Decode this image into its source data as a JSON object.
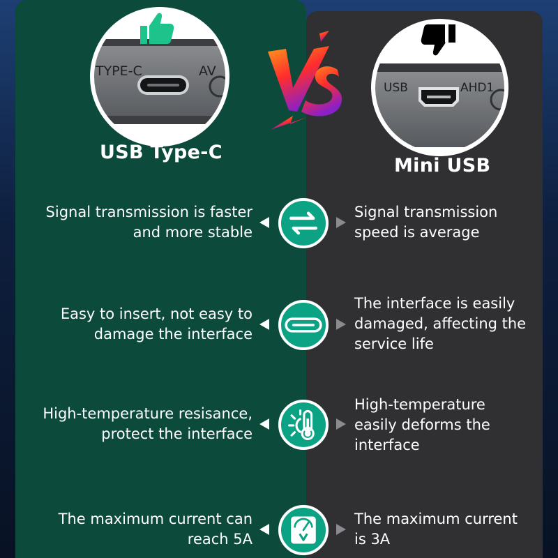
{
  "left": {
    "title": "USB Type-C",
    "photo_labels": [
      "TYPE-C",
      "AV"
    ],
    "thumb_icon": "thumbs-up-icon"
  },
  "right": {
    "title": "Mini USB",
    "photo_labels": [
      "USB",
      "AHD1"
    ],
    "thumb_icon": "thumbs-down-icon"
  },
  "vs_text": "VS",
  "colors": {
    "left_panel": "#0c4a3b",
    "right_panel": "#303033",
    "icon_green": "#0ba384",
    "thumb_green": "#1ec38c"
  },
  "features": [
    {
      "icon": "transfer-arrows-icon",
      "left": "Signal transmission is faster\nand more stable",
      "right": "Signal transmission\nspeed is average"
    },
    {
      "icon": "usb-c-port-icon",
      "left": "Easy to insert, not easy to\ndamage the interface",
      "right": "The interface is easily\ndamaged, affecting the\nservice life"
    },
    {
      "icon": "sun-thermometer-icon",
      "left": "High-temperature resisance,\nprotect the interface",
      "right": "High-temperature\neasily deforms the\ninterface"
    },
    {
      "icon": "voltmeter-icon",
      "left": "The maximum current can\nreach 5A",
      "right": "The maximum current\nis 3A"
    }
  ]
}
